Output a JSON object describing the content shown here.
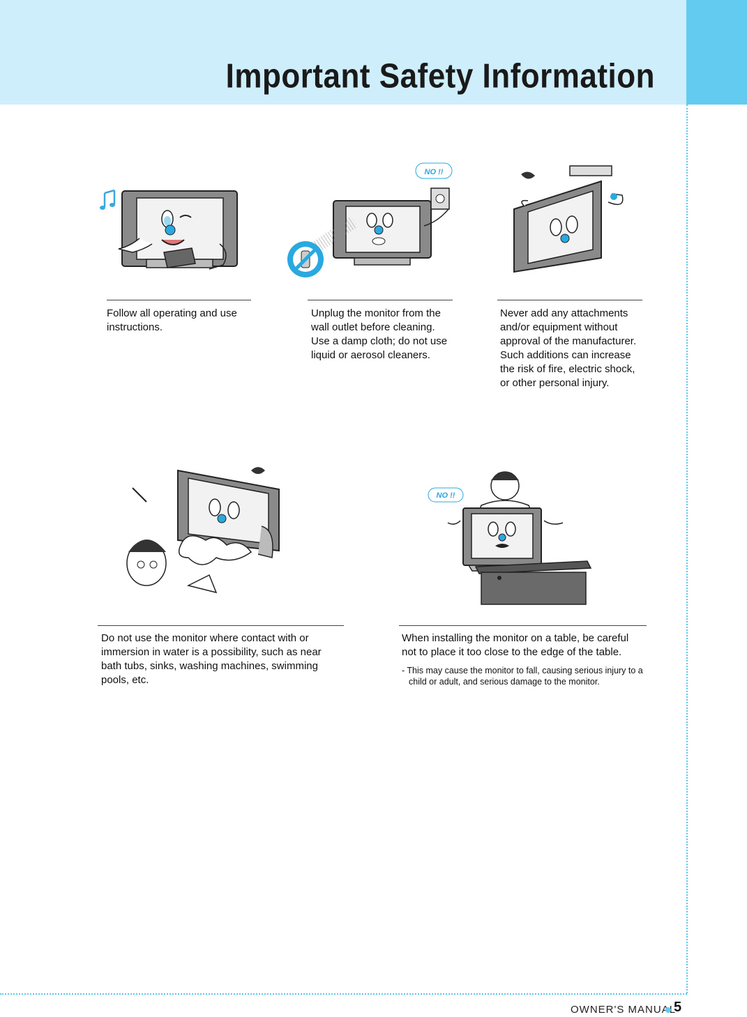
{
  "header": {
    "title": "Important Safety Information"
  },
  "items": [
    {
      "caption": "Follow all operating and use instructions.",
      "badge": "",
      "note": ""
    },
    {
      "caption": "Unplug the monitor from the wall outlet before cleaning. Use a damp cloth; do not use liquid or aerosol cleaners.",
      "badge": "NO !!",
      "note": ""
    },
    {
      "caption": "Never add any attachments and/or equipment without approval of the manufacturer. Such additions can increase the risk of fire, electric shock, or other personal injury.",
      "badge": "",
      "note": ""
    },
    {
      "caption": "Do not use the monitor where contact with or immersion in water is a possibility, such as near bath tubs, sinks, washing machines, swimming pools, etc.",
      "badge": "",
      "note": ""
    },
    {
      "caption": "When installing the monitor on a table, be careful not to place it too close to the edge of the table.",
      "badge": "NO !!",
      "note": "- This may cause the monitor to fall, causing serious  injury to a child or adult, and serious damage to the monitor."
    }
  ],
  "footer": {
    "label": "OWNER'S MANUAL",
    "page_number": "5"
  },
  "colors": {
    "header_bg": "#cdeefa",
    "accent": "#64cbf0",
    "rule": "#444444"
  }
}
